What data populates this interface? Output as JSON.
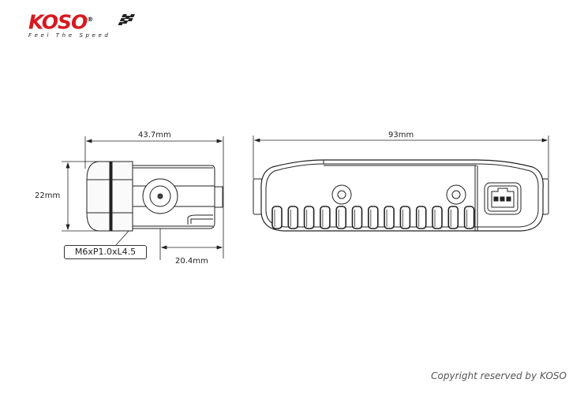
{
  "logo": {
    "brand": "KOSO",
    "registered": "®",
    "slogan": "Feel The Speed",
    "brand_color": "#d7191f"
  },
  "side_view": {
    "width_label": "43.7mm",
    "height_label": "22mm",
    "thread_label": "M6xP1.0xL4.5",
    "offset_label": "20.4mm"
  },
  "front_view": {
    "length_label": "93mm",
    "slot_count": 13
  },
  "footer": {
    "copyright": "Copyright reserved by KOSO"
  }
}
